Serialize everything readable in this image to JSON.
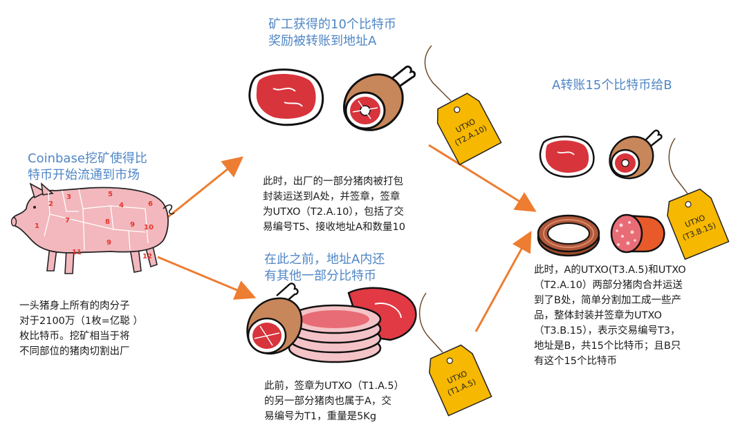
{
  "captions": {
    "coinbase": [
      "Coinbase挖矿使得比",
      "特币开始流通到市场"
    ],
    "miner": [
      "矿工获得的10个比特币",
      "奖励被转账到地址A"
    ],
    "before": [
      "在此之前，地址A内还",
      "有其他一部分比特币"
    ],
    "transfer": "A转账15个比特币给B"
  },
  "descriptions": {
    "pig": [
      "一头猪身上所有的肉分子",
      "对于2100万（1枚=亿聪 ）",
      "枚比特币。挖矿相当于将",
      "不同部位的猪肉切割出厂"
    ],
    "packaged": [
      "此时，出厂的一部分猪肉被打包",
      "封装运送到A处，并签章，签章",
      "为UTXO（T2.A.10），包括了交",
      "易编号T5、接收地址A和数量10"
    ],
    "previous": [
      "此前，签章为UTXO（T1.A.5）",
      "的另一部分猪肉也属于A，交",
      "易编号为T1，重量是5Kg"
    ],
    "merged": [
      "此时，A的UTXO(T3.A.5)和UTXO",
      "（T2.A.10）两部分猪肉合并运送",
      "到了B处，简单分割加工成一些产",
      "品，整体封装并签章为UTXO",
      "（T3.B.15），表示交易编号T3，",
      "地址是B，共15个比特币；且B只",
      "有这个15个比特币"
    ]
  },
  "tags": {
    "t2": [
      "UTXO",
      "(T2.A.10)"
    ],
    "t1": [
      "UTXO",
      "(T1.A.5)"
    ],
    "t3": [
      "UTXO",
      "(T3.B.15)"
    ]
  },
  "pig_numbers": [
    "1",
    "2",
    "3",
    "4",
    "5",
    "6",
    "7",
    "8",
    "9",
    "9",
    "10",
    "11",
    "12"
  ],
  "colors": {
    "caption": "#4f86c6",
    "arrow": "#ed7d31",
    "tag": "#f6b800",
    "meat": "#d8343c",
    "pig": "#f2b8bd"
  }
}
